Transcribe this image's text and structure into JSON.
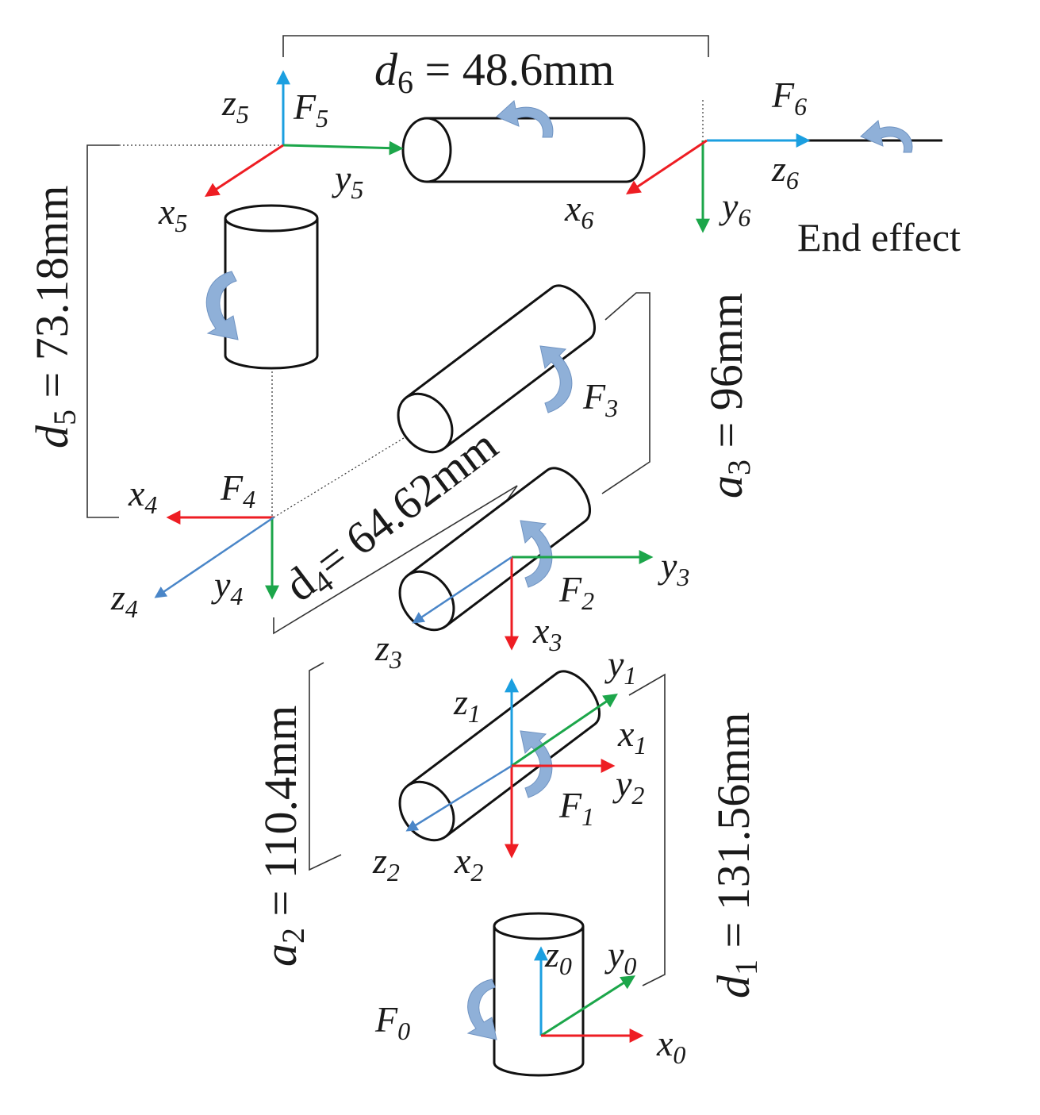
{
  "colors": {
    "x_axis": "#ee1d23",
    "y_axis": "#1ca64a",
    "z_axis_vertical": "#1b9fe0",
    "z_axis_oblique": "#4a86c8",
    "rotation_arrow": "#8fb0d8",
    "lines": "#111111"
  },
  "frames": {
    "F0": {
      "letter": "F",
      "sub": "0"
    },
    "F1": {
      "letter": "F",
      "sub": "1"
    },
    "F2": {
      "letter": "F",
      "sub": "2"
    },
    "F3": {
      "letter": "F",
      "sub": "3"
    },
    "F4": {
      "letter": "F",
      "sub": "4"
    },
    "F5": {
      "letter": "F",
      "sub": "5"
    },
    "F6": {
      "letter": "F",
      "sub": "6"
    }
  },
  "axes": {
    "x0": {
      "letter": "x",
      "sub": "0"
    },
    "y0": {
      "letter": "y",
      "sub": "0"
    },
    "z0": {
      "letter": "z",
      "sub": "0"
    },
    "x1": {
      "letter": "x",
      "sub": "1"
    },
    "y1": {
      "letter": "y",
      "sub": "1"
    },
    "z1": {
      "letter": "z",
      "sub": "1"
    },
    "x2": {
      "letter": "x",
      "sub": "2"
    },
    "y2": {
      "letter": "y",
      "sub": "2"
    },
    "z2": {
      "letter": "z",
      "sub": "2"
    },
    "x3": {
      "letter": "x",
      "sub": "3"
    },
    "y3": {
      "letter": "y",
      "sub": "3"
    },
    "z3": {
      "letter": "z",
      "sub": "3"
    },
    "x4": {
      "letter": "x",
      "sub": "4"
    },
    "y4": {
      "letter": "y",
      "sub": "4"
    },
    "z4": {
      "letter": "z",
      "sub": "4"
    },
    "x5": {
      "letter": "x",
      "sub": "5"
    },
    "y5": {
      "letter": "y",
      "sub": "5"
    },
    "z5": {
      "letter": "z",
      "sub": "5"
    },
    "x6": {
      "letter": "x",
      "sub": "6"
    },
    "y6": {
      "letter": "y",
      "sub": "6"
    },
    "z6": {
      "letter": "z",
      "sub": "6"
    }
  },
  "dimensions": {
    "d6": {
      "sym": "d",
      "sub": "6",
      "value": " = 48.6mm"
    },
    "d5": {
      "sym": "d",
      "sub": "5",
      "value": " = 73.18mm"
    },
    "d4": {
      "sym": "d",
      "sub": "4",
      "value": "= 64.62mm"
    },
    "a3": {
      "sym": "a",
      "sub": "3",
      "value": " = 96mm"
    },
    "a2": {
      "sym": "a",
      "sub": "2",
      "value": " = 110.4mm"
    },
    "d1": {
      "sym": "d",
      "sub": "1",
      "value": " = 131.56mm"
    }
  },
  "end_effector_label": "End effect"
}
